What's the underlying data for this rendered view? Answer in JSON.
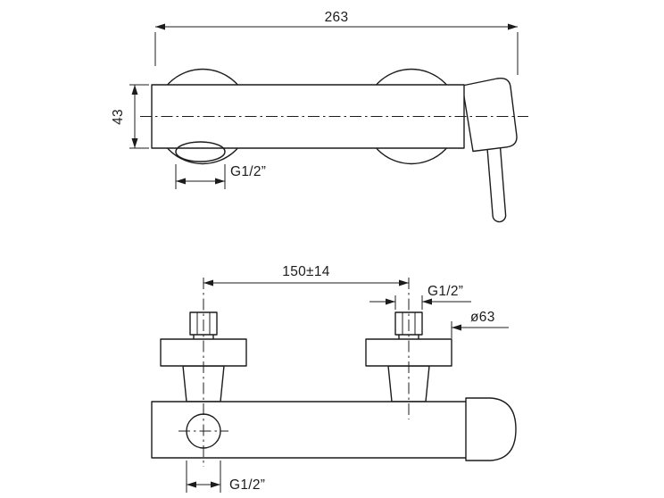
{
  "page": {
    "background": "#ffffff",
    "line_color": "#1c1c1c",
    "description": "Technical dimension drawing of a wall-mounted shower mixer, two orthographic views"
  },
  "top_view": {
    "dim_overall_width": "263",
    "dim_body_height": "43",
    "dim_outlet_thread": "G1/2”"
  },
  "front_view": {
    "dim_center_spacing": "150±14",
    "dim_inlet_thread": "G1/2”",
    "dim_flange_diameter": "ø63",
    "dim_outlet_thread": "G1/2”"
  }
}
